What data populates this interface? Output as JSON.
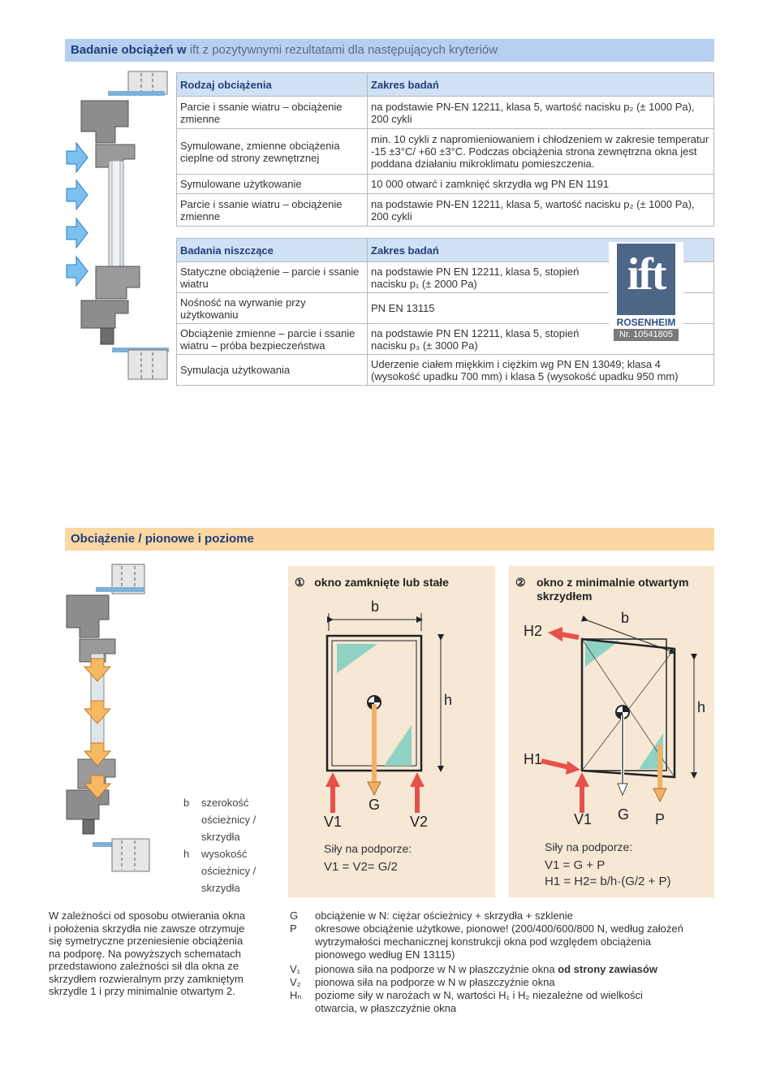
{
  "section1": {
    "title_bold": "Badanie obciążeń w",
    "title_rest": " ift z pozytywnymi rezultatami dla następujących kryteriów"
  },
  "table1": {
    "headers": [
      "Rodzaj obciążenia",
      "Zakres badań"
    ],
    "rows": [
      [
        "Parcie i ssanie wiatru – obciążenie zmienne",
        "na podstawie PN-EN 12211, klasa 5, wartość nacisku p₂ (± 1000 Pa), 200 cykli"
      ],
      [
        "Symulowane, zmienne obciążenia cieplne od strony zewnętrznej",
        "min. 10 cykli z napromieniowaniem i chłodzeniem w zakresie temperatur -15 ±3°C/ +60 ±3°C. Podczas obciążenia strona zewnętrzna okna jest poddana działaniu mikroklimatu pomieszczenia."
      ],
      [
        "Symulowane użytkowanie",
        "10 000 otwarć i zamknięć skrzydła wg PN EN 1191"
      ],
      [
        "Parcie i ssanie wiatru – obciążenie zmienne",
        "na podstawie PN-EN 12211, klasa 5, wartość nacisku p₂ (± 1000 Pa), 200 cykli"
      ]
    ]
  },
  "table2": {
    "headers": [
      "Badania niszczące",
      "Zakres badań"
    ],
    "rows": [
      [
        "Statyczne obciążenie – parcie i ssanie wiatru",
        "na podstawie PN EN 12211, klasa 5, stopień nacisku p₁ (± 2000 Pa)"
      ],
      [
        "Nośność na wyrwanie przy użytkowaniu",
        "PN EN 13115"
      ],
      [
        "Obciążenie zmienne – parcie i ssanie wiatru – próba bezpieczeństwa",
        "na podstawie PN EN 12211, klasa 5, stopień nacisku p₃ (± 3000 Pa)"
      ],
      [
        "Symulacja użytkowania",
        "Uderzenie ciałem miękkim i ciężkim wg PN EN 13049; klasa 4 (wysokość upadku 700 mm) i klasa 5 (wysokość upadku 950 mm)"
      ]
    ]
  },
  "ift": {
    "logo": "ift",
    "city": "ROSENHEIM",
    "number": "Nr. 10541805"
  },
  "section2": {
    "title": "Obciążenie / pionowe i poziome"
  },
  "diagram1": {
    "num": "①",
    "title": "okno zamknięte lub stałe",
    "b": "b",
    "h": "h",
    "g": "G",
    "v1": "V1",
    "v2": "V2",
    "forces_title": "Siły na podporze:",
    "formula": "V1 = V2= G/2"
  },
  "diagram2": {
    "num": "②",
    "title": "okno z minimalnie otwartym skrzydłem",
    "b": "b",
    "h": "h",
    "h2": "H2",
    "h1": "H1",
    "v1": "V1",
    "g": "G",
    "p": "P",
    "forces_title": "Siły na podporze:",
    "formula1": "V1 = G + P",
    "formula2": "H1 = H2= b/h·(G/2 + P)"
  },
  "legend_bh": [
    {
      "sym": "b",
      "text": "szerokość"
    },
    {
      "sym": "",
      "text": "ościeżnicy /"
    },
    {
      "sym": "",
      "text": "skrzydła"
    },
    {
      "sym": "h",
      "text": "wysokość"
    },
    {
      "sym": "",
      "text": "ościeżnicy /"
    },
    {
      "sym": "",
      "text": "skrzydła"
    }
  ],
  "paragraph": [
    "W zależności od sposobu otwierania okna",
    "i położenia skrzydła nie zawsze otrzymuje",
    "się symetryczne przeniesienie obciążenia",
    "na podporę. Na powyższych schematach",
    "przedstawiono zależności sił dla okna ze",
    "skrzydłem rozwieralnym przy zamkniętym",
    "skrzydle 1 i przy minimalnie otwartym 2."
  ],
  "definitions": [
    {
      "sym": "G",
      "lines": [
        "obciążenie w N: ciężar ościeżnicy + skrzydła + szklenie"
      ]
    },
    {
      "sym": "P",
      "lines": [
        "okresowe obciążenie użytkowe, pionowe! (200/400/600/800 N, według założeń",
        "wytrzymałości mechanicznej konstrukcji okna pod względem obciążenia",
        "pionowego według EN 13115)"
      ]
    },
    {
      "sym": "V₁",
      "lines": [
        "pionowa siła na podporze w N w płaszczyźnie okna"
      ],
      "bold": " od strony zawiasów"
    },
    {
      "sym": "V₂",
      "lines": [
        "pionowa siła na podporze w N w płaszczyźnie okna"
      ]
    },
    {
      "sym": "Hₙ",
      "lines": [
        "poziome siły w narożach w N, wartości H₁ i H₂ niezależne od wielkości",
        "otwarcia, w płaszczyźnie okna"
      ]
    }
  ],
  "colors": {
    "blue_bar": "#b7cff0",
    "orange_bar": "#fbd7a4",
    "diagram_bg": "#f6e8d5",
    "red_arrow": "#e8504a",
    "orange_arrow": "#f2b266"
  }
}
